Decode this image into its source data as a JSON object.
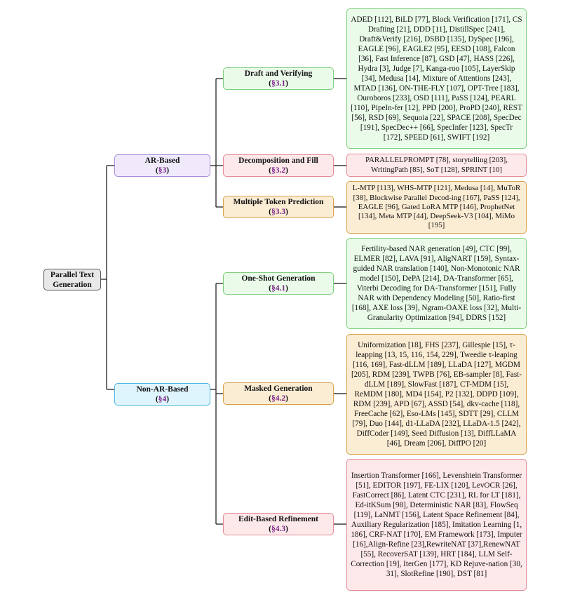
{
  "root": {
    "label": "Parallel Text Generation"
  },
  "ar": {
    "label": "AR-Based",
    "section": "§3"
  },
  "nonar": {
    "label": "Non-AR-Based",
    "section": "§4"
  },
  "draft": {
    "label": "Draft and Verifying",
    "section": "§3.1",
    "leaf": "ADED [112], BiLD [77], Block Verification [171], CS Drafting [21], DDD [11], DistillSpec [241], Draft&Verify [216], DSBD [135], DySpec [196], EAGLE [96], EAGLE2 [95], EESD [108], Falcon [36], Fast Inference [87], GSD [47], HASS [226], Hydra [3], Judge [7], Kanga-roo [105], LayerSkip [34], Medusa [14], Mixture of Attentions [243], MTAD [136], ON-THE-FLY [107], OPT-Tree [183], Ouroboros [233], OSD [111], PaSS [124], PEARL [110], PipeIn-fer [12], PPD [200], ProPD [240], REST [56], RSD [69], Sequoia [22], SPACE [208], SpecDec [191], SpecDec++ [66], SpecInfer [123], SpecTr [172], SPEED [61], SWIFT [192]"
  },
  "decomp": {
    "label": "Decomposition and Fill",
    "section": "§3.2",
    "leaf": "PARALLELPROMPT [78], storytelling [203], WritingPath [85], SoT [128], SPRINT [10]"
  },
  "mtp": {
    "label": "Multiple Token Prediction",
    "section": "§3.3",
    "leaf": "L-MTP [113], WHS-MTP [121], Medusa [14], MuToR [38], Blockwise Parallel Decod-ing [167], PaSS [124], EAGLE [96], Gated LoRA MTP [146], ProphetNet [134], Meta MTP [44], DeepSeek-V3 [104], MiMo [195]"
  },
  "oneshot": {
    "label": "One-Shot Generation",
    "section": "§4.1",
    "leaf": "Fertility-based NAR generation [49], CTC [99], ELMER [82], LAVA [91], AligNART [159], Syntax-guided NAR translation [140], Non-Monotonic NAR model [150], DePA [214], DA-Transformer [65], Viterbi Decoding for DA-Transformer [151], Fully NAR with Dependency Modeling [50], Ratio-first [168], AXE loss [39], Ngram-OAXE loss [32], Multi-Granularity Optimization [94], DDRS [152]"
  },
  "masked": {
    "label": "Masked Generation",
    "section": "§4.2",
    "leaf": "Uniformization [18], FHS [237], Gillespie [15], τ-leapping [13, 15, 116, 154, 229], Tweedie τ-leaping [116, 169], Fast-dLLM [189], LLaDA [127], MGDM [205], RDM [239], TWPB [76], EB-sampler [8], Fast-dLLM [189], SlowFast [187], CT-MDM [15], ReMDM [180], MD4 [154], P2 [132], DDPD [109], RDM [239], APD [67], ASSD [54], dkv-cache [118], FreeCache [62], Eso-LMs [145], SDTT [29], CLLM [79], Duo [144], d1-LLaDA [232], LLaDA-1.5 [242], DiffCoder [149], Seed Diffusion [13], DiffLLaMA [46], Dream [206], DiffPO [20]"
  },
  "edit": {
    "label": "Edit-Based Refinement",
    "section": "§4.3",
    "leaf": "Insertion Transformer [166], Levenshtein Transformer [51], EDITOR [197], FE-LIX [120], LevOCR [26], FastCorrect [86], Latent CTC [231], RL for LT [181], Ed-itKSum [98], Deterministic NAR [83], FlowSeq [119], LaNMT [156], Latent Space Refinement [84], Auxiliary Regularization [185], Imitation Learning [1, 186], CRF-NAT [170], EM Framework [173], Imputer [16],Align-Refine [23],RewriteNAT [37],RenewNAT [55], RecoverSAT [139], HRT [184], LLM Self-Correction [19], IterGen [177], KD Rejuve-nation [30, 31], SlotRefine [190], DST [81]"
  }
}
